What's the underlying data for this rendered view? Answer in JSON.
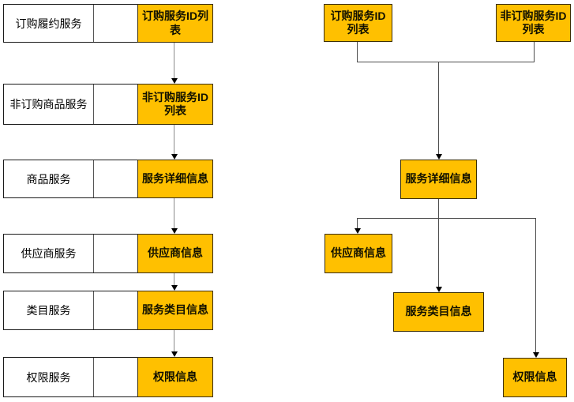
{
  "diagram": {
    "title_hint": "service-to-data mapping flowchart",
    "left_panel": {
      "rows": [
        {
          "service": "订购履约服务",
          "output": "订购服务ID列表"
        },
        {
          "service": "非订购商品服务",
          "output": "非订购服务ID列表"
        },
        {
          "service": "商品服务",
          "output": "服务详细信息"
        },
        {
          "service": "供应商服务",
          "output": "供应商信息"
        },
        {
          "service": "类目服务",
          "output": "服务类目信息"
        },
        {
          "service": "权限服务",
          "output": "权限信息"
        }
      ]
    },
    "right_panel": {
      "nodes": [
        {
          "id": "subscribed-id-list",
          "label": "订购服务ID列表"
        },
        {
          "id": "unsubscribed-id-list",
          "label": "非订购服务ID列表"
        },
        {
          "id": "service-detail",
          "label": "服务详细信息"
        },
        {
          "id": "supplier-info",
          "label": "供应商信息"
        },
        {
          "id": "category-info",
          "label": "服务类目信息"
        },
        {
          "id": "permission-info",
          "label": "权限信息"
        }
      ]
    },
    "colors": {
      "node_fill": "#FFC000",
      "node_border": "#3b2d00",
      "row_border": "#1a1a1a",
      "connector_left": "#8c8c8c",
      "connector_right": "#4d4d4d",
      "arrowhead": "#000000"
    }
  }
}
